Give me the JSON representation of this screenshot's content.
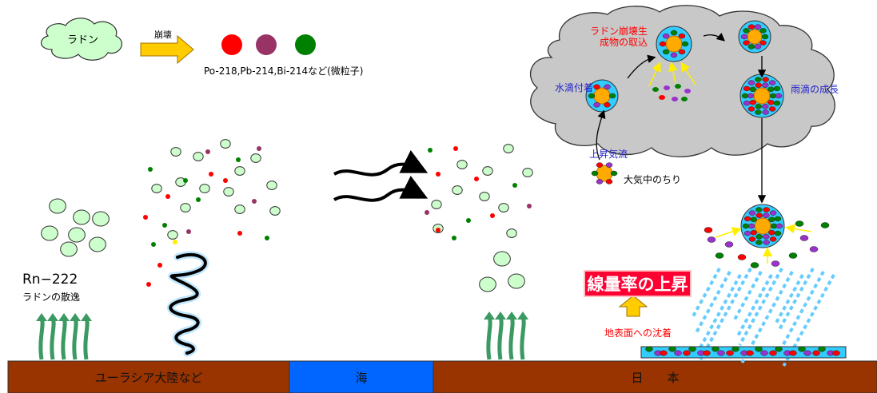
{
  "legend": {
    "radon_label": "ラドン",
    "decay_label": "崩壊",
    "products_label": "Po-218,Pb-214,Bi-214など(微粒子)",
    "colors": {
      "po218": "#ff0000",
      "pb214": "#993366",
      "bi214": "#008000"
    }
  },
  "source": {
    "isotope_label": "Rn−222",
    "emission_label": "ラドンの散逸"
  },
  "cloud": {
    "uptake_label": "ラドン崩壊生\n成物の取込",
    "droplet_label": "水滴付着",
    "growth_label": "雨滴の成長",
    "updraft_label": "上昇気流",
    "dust_label": "大気中のちり"
  },
  "surface": {
    "dose_rise_label": "線量率の上昇",
    "deposition_label": "地表面への沈着"
  },
  "ground": {
    "eurasia_label": "ユーラシア大陸など",
    "sea_label": "海",
    "japan_label": "日　　本",
    "land_color": "#993300",
    "sea_color": "#0066ff"
  }
}
